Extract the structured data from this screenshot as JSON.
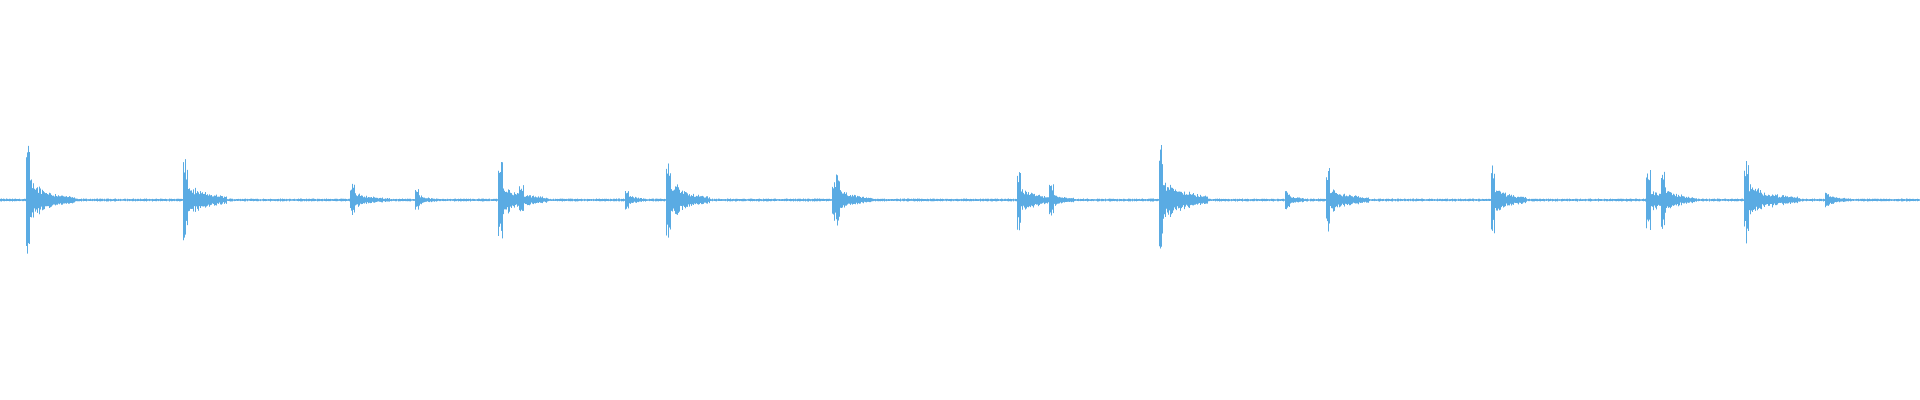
{
  "waveform": {
    "color": "#5aabe3",
    "background": "#ffffff",
    "baseline_amplitude": 0.004,
    "events": [
      {
        "t": 0.014,
        "peak": 0.16,
        "tail": 0.025,
        "decay": 0.01
      },
      {
        "t": 0.096,
        "peak": 0.11,
        "tail": 0.022,
        "decay": 0.012
      },
      {
        "t": 0.183,
        "peak": 0.05,
        "tail": 0.02,
        "decay": 0.008
      },
      {
        "t": 0.2165,
        "peak": 0.04,
        "tail": 0.01,
        "decay": 0.003
      },
      {
        "t": 0.26,
        "peak": 0.12,
        "tail": 0.025,
        "decay": 0.01
      },
      {
        "t": 0.271,
        "peak": 0.04,
        "tail": 0.012,
        "decay": 0.006
      },
      {
        "t": 0.326,
        "peak": 0.03,
        "tail": 0.01,
        "decay": 0.004
      },
      {
        "t": 0.3475,
        "peak": 0.13,
        "tail": 0.022,
        "decay": 0.01
      },
      {
        "t": 0.352,
        "peak": 0.05,
        "tail": 0.015,
        "decay": 0.008
      },
      {
        "t": 0.434,
        "peak": 0.06,
        "tail": 0.02,
        "decay": 0.01
      },
      {
        "t": 0.436,
        "peak": 0.07,
        "tail": 0.018,
        "decay": 0.008
      },
      {
        "t": 0.53,
        "peak": 0.1,
        "tail": 0.022,
        "decay": 0.009
      },
      {
        "t": 0.547,
        "peak": 0.05,
        "tail": 0.012,
        "decay": 0.005
      },
      {
        "t": 0.604,
        "peak": 0.16,
        "tail": 0.025,
        "decay": 0.012
      },
      {
        "t": 0.67,
        "peak": 0.03,
        "tail": 0.01,
        "decay": 0.004
      },
      {
        "t": 0.691,
        "peak": 0.09,
        "tail": 0.022,
        "decay": 0.01
      },
      {
        "t": 0.777,
        "peak": 0.1,
        "tail": 0.018,
        "decay": 0.008
      },
      {
        "t": 0.858,
        "peak": 0.09,
        "tail": 0.018,
        "decay": 0.008
      },
      {
        "t": 0.8655,
        "peak": 0.1,
        "tail": 0.018,
        "decay": 0.007
      },
      {
        "t": 0.909,
        "peak": 0.12,
        "tail": 0.028,
        "decay": 0.012
      },
      {
        "t": 0.951,
        "peak": 0.03,
        "tail": 0.012,
        "decay": 0.006
      }
    ]
  }
}
